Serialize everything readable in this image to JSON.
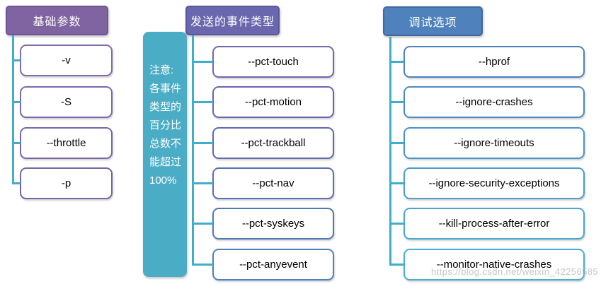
{
  "colors": {
    "connector": "#3eaecb"
  },
  "note": {
    "text": "注意:\n各事件类型的百分比总数不能超过100%",
    "bg": "#4bacc6"
  },
  "columns": [
    {
      "title": "基础参数",
      "header_bg": "#8064a2",
      "header_border": "#6e5694",
      "items": [
        {
          "label": "-v",
          "border": "#816cae"
        },
        {
          "label": "-S",
          "border": "#7d69ac"
        },
        {
          "label": "--throttle",
          "border": "#7a67ab"
        },
        {
          "label": "-p",
          "border": "#7765a9"
        }
      ]
    },
    {
      "title": "发送的事件类型",
      "header_bg": "#6a67ae",
      "header_border": "#5a579c",
      "items": [
        {
          "label": "--pct-touch",
          "border": "#7566ae"
        },
        {
          "label": "--pct-motion",
          "border": "#6766b1"
        },
        {
          "label": "--pct-trackball",
          "border": "#5e69b4"
        },
        {
          "label": "--pct-nav",
          "border": "#5770b7"
        },
        {
          "label": "--pct-syskeys",
          "border": "#5079ba"
        },
        {
          "label": "--pct-anyevent",
          "border": "#4e81bd"
        }
      ]
    },
    {
      "title": "调试选项",
      "header_bg": "#4f81bd",
      "header_border": "#41699c",
      "items": [
        {
          "label": "--hprof",
          "border": "#4e83bf"
        },
        {
          "label": "--ignore-crashes",
          "border": "#4d8bc4"
        },
        {
          "label": "--ignore-timeouts",
          "border": "#4b94c9"
        },
        {
          "label": "--ignore-security-exceptions",
          "border": "#4a9dcd"
        },
        {
          "label": "--kill-process-after-error",
          "border": "#48a6d1"
        },
        {
          "label": "--monitor-native-crashes",
          "border": "#47aed5"
        }
      ]
    }
  ],
  "watermark": "https://blog.csdn.net/weixin_42256585"
}
